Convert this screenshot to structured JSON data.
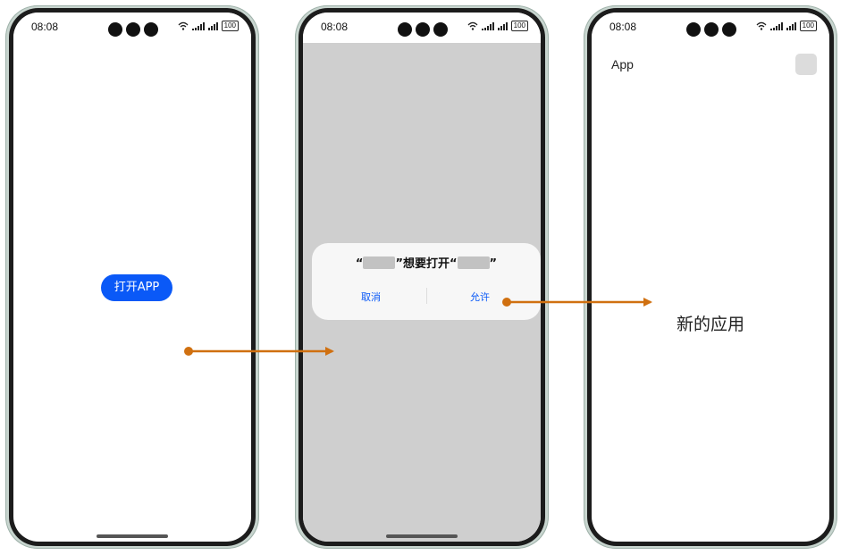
{
  "phones": [
    {
      "time": "08:08",
      "battery": "100",
      "button_label": "打开APP"
    },
    {
      "time": "08:08",
      "battery": "100",
      "dialog": {
        "title_prefix": "“",
        "title_middle": "”想要打开“",
        "title_suffix": "”",
        "cancel_label": "取消",
        "allow_label": "允许"
      }
    },
    {
      "time": "08:08",
      "battery": "100",
      "app_title": "App",
      "content_text": "新的应用"
    }
  ],
  "colors": {
    "arrow": "#d07010",
    "button_blue": "#0a59f7",
    "dimmed_background": "#cfcfcf"
  }
}
